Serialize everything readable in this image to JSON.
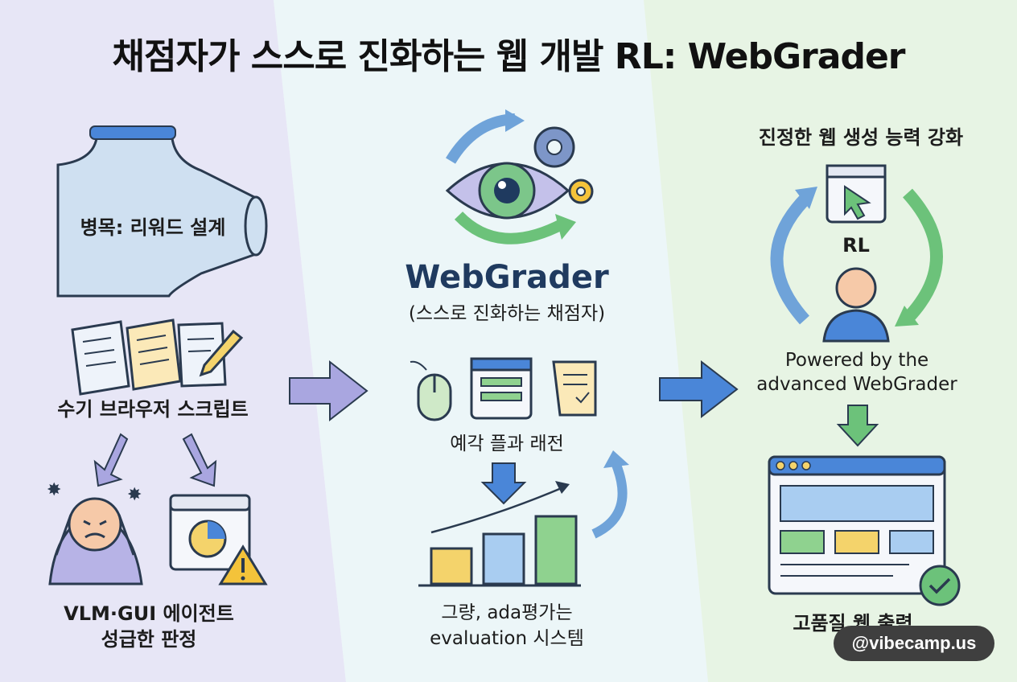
{
  "title": "채점자가 스스로 진화하는 웹 개발 RL: WebGrader",
  "left": {
    "bottleneck": "병목: 리워드 설계",
    "scripts": "수기 브라우저 스크립트",
    "agents_line1": "VLM·GUI 에이전트",
    "agents_line2": "성급한 판정"
  },
  "center": {
    "brand": "WebGrader",
    "subtitle": "(스스로 진화하는 채점자)",
    "plan": "예각 플과 래전",
    "eval_line1": "그량, ada평가는",
    "eval_line2": "evaluation 시스템"
  },
  "right": {
    "heading": "진정한 웹 생성 능력 강화",
    "rl": "RL",
    "powered_line1": "Powered by the",
    "powered_line2": "advanced WebGrader",
    "output": "고품질 웹 출력"
  },
  "watermark": "@vibecamp.us",
  "colors": {
    "left_bg": "#e6e6f6",
    "center_bg": "#eaf5f8",
    "right_bg": "#e6f3e3",
    "arrow_purple": "#a9a6e0",
    "arrow_blue": "#4a86d8",
    "arrow_green": "#6cc27a",
    "bar_yellow": "#f4d36b",
    "bar_blue": "#a9cdf1",
    "bar_green": "#8fd28f",
    "brand_navy": "#1f3a5f"
  }
}
